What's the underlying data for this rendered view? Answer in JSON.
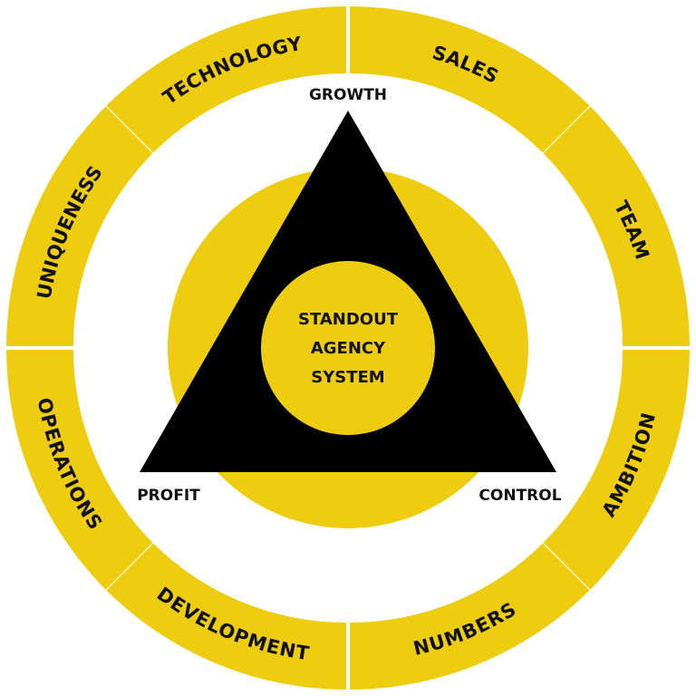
{
  "colors": {
    "yellow": "#EECD10",
    "black": "#000000",
    "background": "#FFFFFF",
    "text": "#111111"
  },
  "outer_ring": {
    "segments": [
      {
        "label": "SALES"
      },
      {
        "label": "TEAM"
      },
      {
        "label": "AMBITION"
      },
      {
        "label": "NUMBERS"
      },
      {
        "label": "DEVELOPMENT"
      },
      {
        "label": "OPERATIONS"
      },
      {
        "label": "UNIQUENESS"
      },
      {
        "label": "TECHNOLOGY"
      }
    ]
  },
  "triangle": {
    "vertices": {
      "top": "GROWTH",
      "left": "PROFIT",
      "right": "CONTROL"
    }
  },
  "center": {
    "lines": [
      "STANDOUT",
      "AGENCY",
      "SYSTEM"
    ]
  }
}
